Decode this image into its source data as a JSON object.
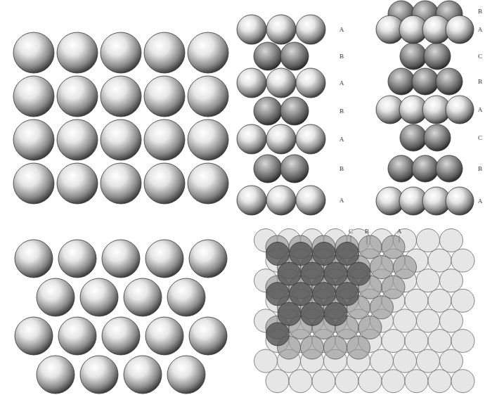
{
  "diagram": {
    "labels": [
      "A",
      "B",
      "A",
      "B",
      "A",
      "B",
      "A",
      "B",
      "A",
      "C",
      "B",
      "A",
      "C",
      "B",
      "A",
      "C",
      "B",
      "A"
    ]
  }
}
